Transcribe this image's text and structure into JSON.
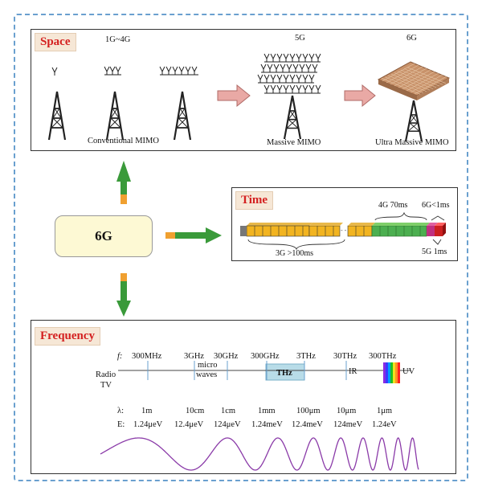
{
  "center": {
    "label": "6G"
  },
  "space": {
    "title": "Space",
    "gen_1g4g": "1G~4G",
    "gen_5g": "5G",
    "gen_6g": "6G",
    "conventional": "Conventional MIMO",
    "massive": "Massive MIMO",
    "ultra": "Ultra Massive MIMO"
  },
  "time": {
    "title": "Time",
    "label_4g": "4G 70ms",
    "label_6g": "6G<1ms",
    "label_3g": "3G >100ms",
    "label_5g": "5G 1ms"
  },
  "frequency": {
    "title": "Frequency",
    "f_symbol": "f:",
    "lambda_symbol": "λ:",
    "e_symbol": "E:",
    "freqs": [
      "300MHz",
      "3GHz",
      "30GHz",
      "300GHz",
      "3THz",
      "30THz",
      "300THz"
    ],
    "wavelengths": [
      "1m",
      "10cm",
      "1cm",
      "1mm",
      "100μm",
      "10μm",
      "1μm"
    ],
    "energies": [
      "1.24μeV",
      "12.4μeV",
      "124μeV",
      "1.24meV",
      "12.4meV",
      "124meV",
      "1.24eV"
    ],
    "band_radio": "Radio",
    "band_tv": "TV",
    "band_micro": "micro",
    "band_waves": "waves",
    "band_thz": "THz",
    "band_ir": "IR",
    "band_uv": "UV"
  },
  "colors": {
    "frame": "#6aa0cf",
    "tag_bg": "#f6e7d6",
    "tag_text": "#d42020",
    "arrow_green": "#3a9a3a",
    "arrow_orange": "#f0a030",
    "center_box": "#fdf9d4",
    "wave": "#8a3aa8"
  }
}
